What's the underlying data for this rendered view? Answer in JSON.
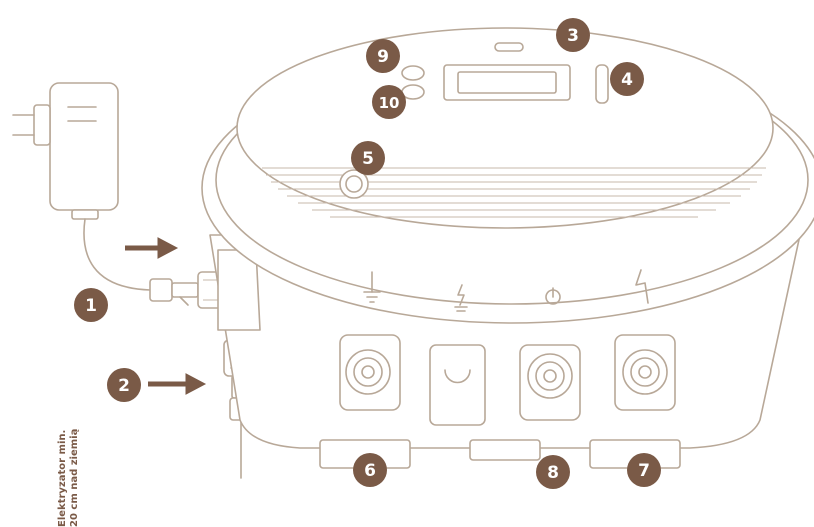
{
  "callouts": [
    {
      "id": "1",
      "label": "1"
    },
    {
      "id": "2",
      "label": "2"
    },
    {
      "id": "3",
      "label": "3"
    },
    {
      "id": "4",
      "label": "4"
    },
    {
      "id": "5",
      "label": "5"
    },
    {
      "id": "6",
      "label": "6"
    },
    {
      "id": "7",
      "label": "7"
    },
    {
      "id": "8",
      "label": "8"
    },
    {
      "id": "9",
      "label": "9"
    },
    {
      "id": "10",
      "label": "10"
    }
  ],
  "note": {
    "line1": "Elektryzator min.",
    "line2": "20 cm nad ziemią"
  },
  "colors": {
    "badge": "#7a5a47",
    "outline": "#b8a898"
  },
  "icons": [
    "power-adapter-icon",
    "ground-symbol-icon",
    "lightning-symbol-icon",
    "power-symbol-icon"
  ]
}
